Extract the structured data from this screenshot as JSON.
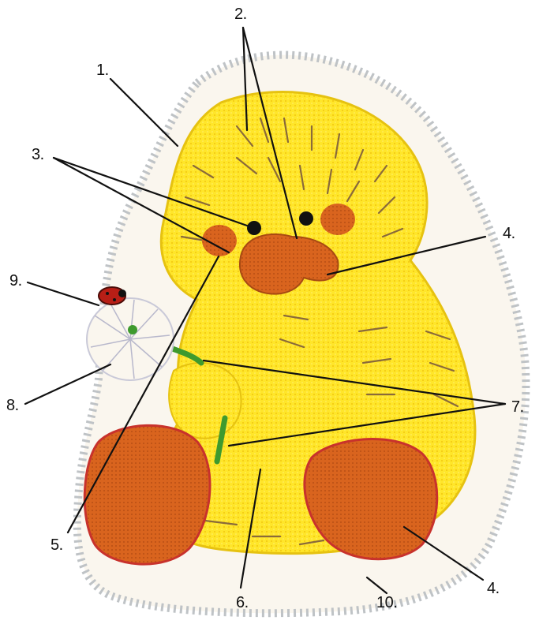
{
  "labels": {
    "l1": "1.",
    "l2": "2.",
    "l3": "3.",
    "l4a": "4.",
    "l4b": "4.",
    "l5": "5.",
    "l6": "6.",
    "l7": "7.",
    "l8": "8.",
    "l9": "9.",
    "l10": "10."
  },
  "colors": {
    "frosting_yellow": "#FFE62A",
    "icing_orange": "#D9641E",
    "icing_white": "#FAF6EE",
    "icing_green": "#3E9A2E",
    "ladybug_red": "#B81E16",
    "eye_black": "#111111",
    "pan_edge": "#BFC3C6"
  }
}
